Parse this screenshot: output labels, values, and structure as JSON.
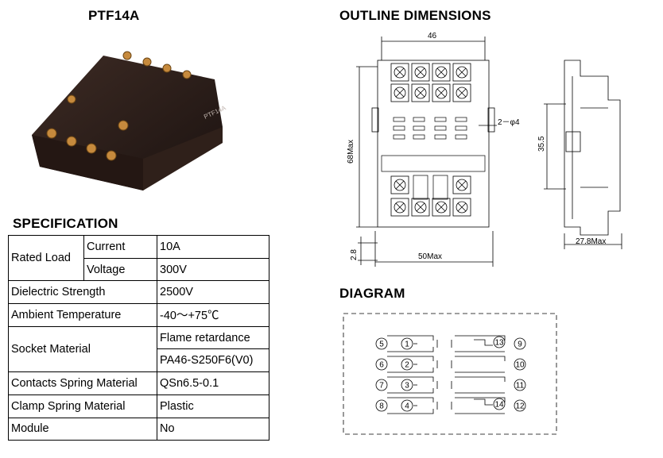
{
  "product": {
    "model": "PTF14A",
    "photo_label": "PTF14A"
  },
  "specification": {
    "title": "SPECIFICATION",
    "rows": {
      "rated_load": "Rated Load",
      "current_label": "Current",
      "current_value": "10A",
      "voltage_label": "Voltage",
      "voltage_value": "300V",
      "dielectric_label": "Dielectric Strength",
      "dielectric_value": "2500V",
      "ambient_label": "Ambient Temperature",
      "ambient_value": "-40～+75℃",
      "socket_label": "Socket Material",
      "socket_value_1": "Flame retardance",
      "socket_value_2": "PA46-S250F6(V0)",
      "contacts_label": "Contacts Spring Material",
      "contacts_value": "QSn6.5-0.1",
      "clamp_label": "Clamp Spring Material",
      "clamp_value": "Plastic",
      "module_label": "Module",
      "module_value": "No"
    }
  },
  "outline": {
    "title": "OUTLINE DIMENSIONS",
    "dim_width_top": "46",
    "dim_height": "68Max",
    "dim_hole": "2－φ4",
    "dim_pitch": "35.5",
    "dim_bottom_width": "50Max",
    "dim_offset": "2.8",
    "dim_depth": "27.8Max"
  },
  "diagram": {
    "title": "DIAGRAM",
    "terminals_left": [
      "5",
      "6",
      "7",
      "8"
    ],
    "terminals_coil_left": [
      "1",
      "2",
      "3",
      "4"
    ],
    "terminals_coil_right": [
      "13",
      "14"
    ],
    "terminals_right": [
      "9",
      "10",
      "11",
      "12"
    ]
  }
}
